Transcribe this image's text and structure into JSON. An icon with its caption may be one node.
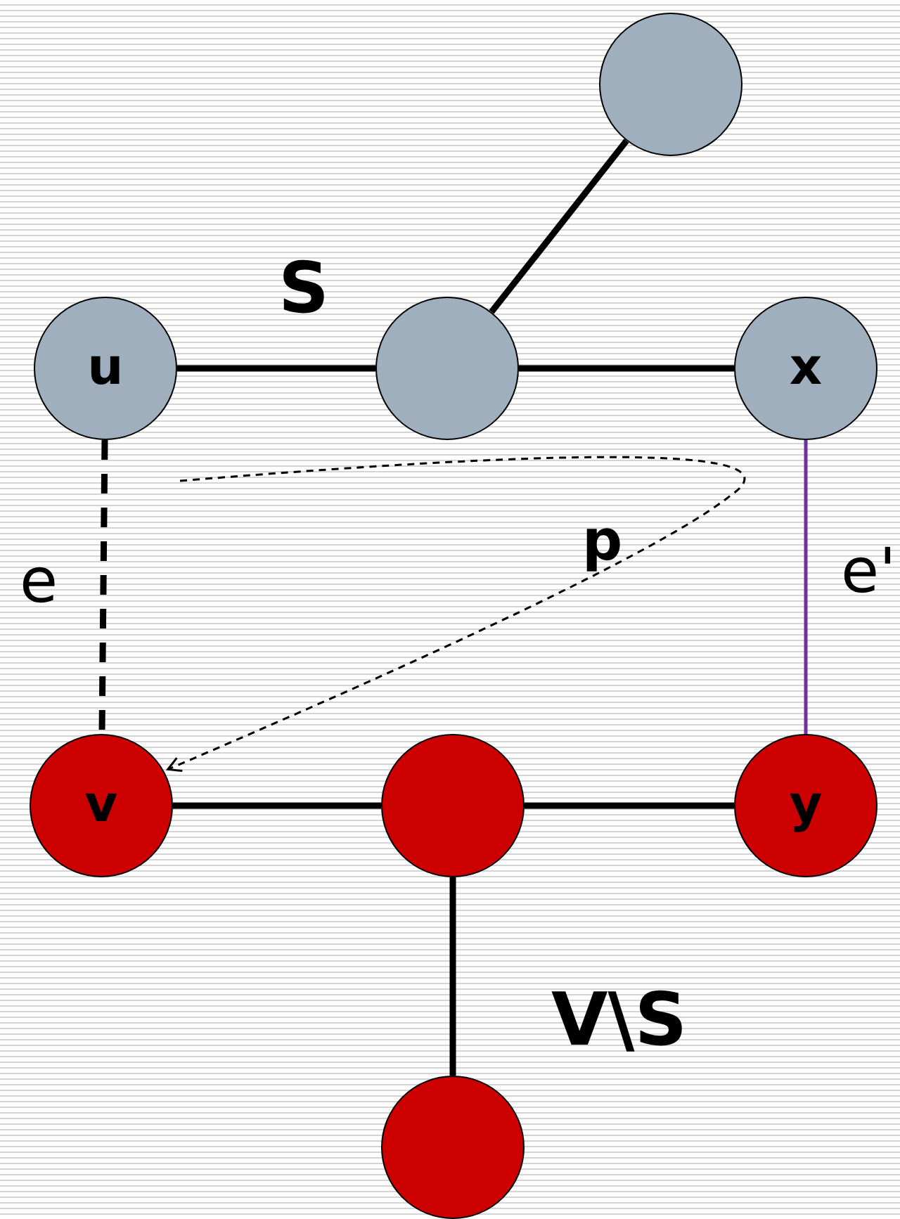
{
  "diagram": {
    "nodes": [
      {
        "text": [],
        "shape": "circle"
      },
      {
        "text": [
          "u"
        ]
      },
      {
        "text": [],
        "shape": "circle"
      },
      {
        "text": [
          "x"
        ]
      },
      {
        "text": [
          "v"
        ]
      },
      {
        "text": [],
        "shape": "circle"
      },
      {
        "text": [
          "y"
        ]
      },
      {
        "text": [],
        "shape": "circle"
      }
    ],
    "edges": [
      {
        "from": 1,
        "to": 2,
        "arrow": "none"
      },
      {
        "from": 2,
        "to": 3,
        "arrow": "none"
      },
      {
        "from": 2,
        "to": 0,
        "arrow": "none"
      },
      {
        "from": 1,
        "to": 4,
        "arrow": "none",
        "label": "e",
        "style": "dashed"
      },
      {
        "from": 3,
        "to": 6,
        "arrow": "none",
        "label": "e'",
        "color": "#7030a0"
      },
      {
        "from": 4,
        "to": 5,
        "arrow": "none"
      },
      {
        "from": 5,
        "to": 6,
        "arrow": "none"
      },
      {
        "from": 5,
        "to": 7,
        "arrow": "none"
      },
      {
        "from": null,
        "to": 4,
        "arrow": "to",
        "label": "p",
        "style": "dashed"
      }
    ],
    "labels": [
      "S",
      "V\\S"
    ]
  }
}
